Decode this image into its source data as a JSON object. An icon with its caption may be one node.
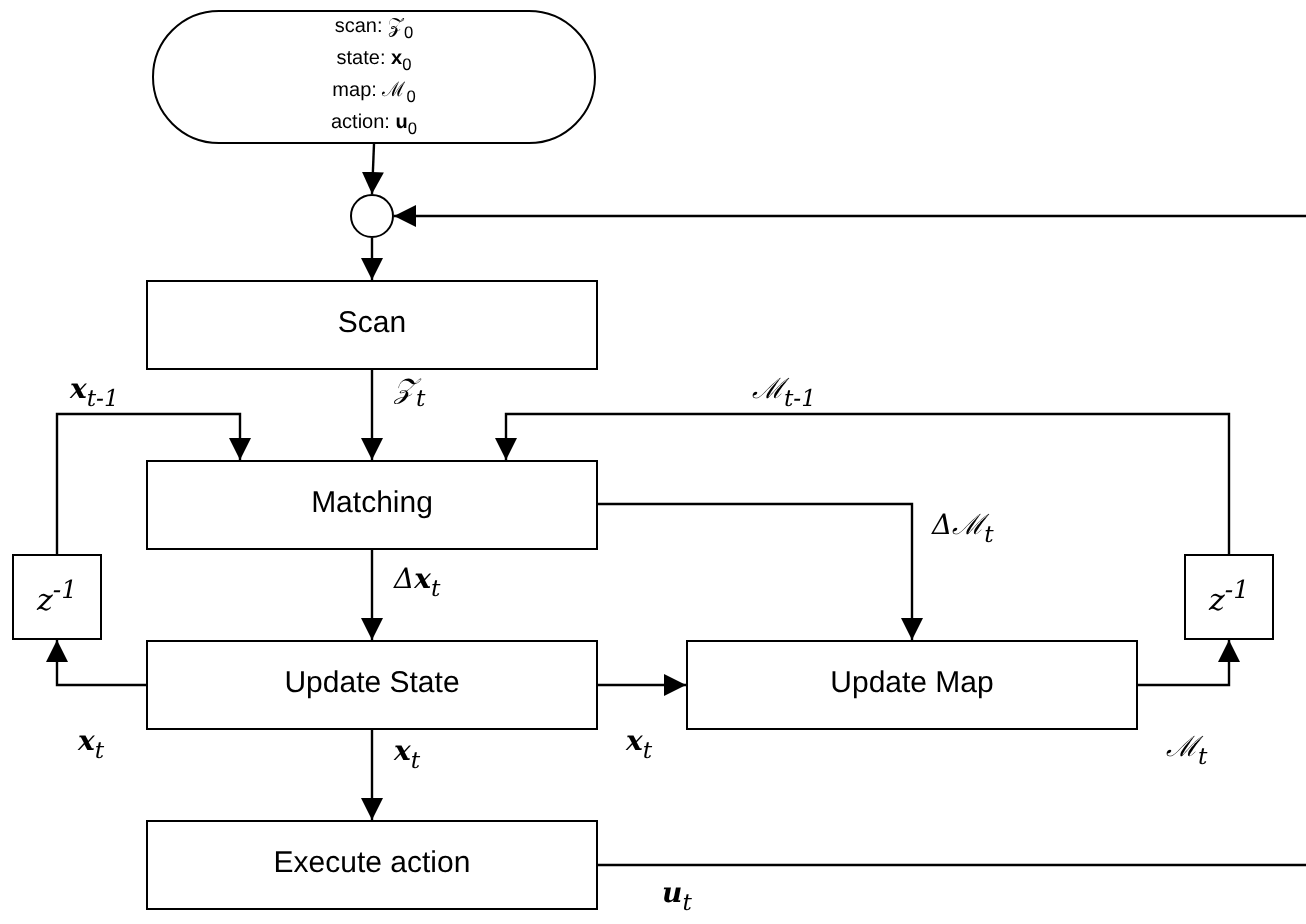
{
  "diagram": {
    "nodes": [
      {
        "text": [
          "scan: 𝒵$_{0}$",
          "state: **x**$_{0}$",
          "map: ℳ$_{0}$",
          "action: **u**$_{0}$"
        ]
      },
      {
        "text": [],
        "shape": "circle"
      },
      {
        "text": [
          "Scan"
        ]
      },
      {
        "text": [
          "Matching"
        ]
      },
      {
        "text": [
          "z$^{-1}$"
        ]
      },
      {
        "text": [
          "Update State"
        ]
      },
      {
        "text": [
          "Update Map"
        ]
      },
      {
        "text": [
          "z$^{-1}$"
        ]
      },
      {
        "text": [
          "Execute action"
        ]
      }
    ],
    "edges": [
      {
        "from": 0,
        "to": 1,
        "arrow": "to"
      },
      {
        "from": 1,
        "to": 2,
        "arrow": "to"
      },
      {
        "from": 2,
        "to": 3,
        "arrow": "to",
        "label": "𝒵$_{t}$"
      },
      {
        "from": 4,
        "to": 3,
        "arrow": "to",
        "label": "**x**$_{t-1}$"
      },
      {
        "from": 7,
        "to": 3,
        "arrow": "to",
        "label": "ℳ$_{t-1}$"
      },
      {
        "from": 3,
        "to": 5,
        "arrow": "to",
        "label": "Δ**x**$_{t}$"
      },
      {
        "from": 3,
        "to": 6,
        "arrow": "to",
        "label": "Δℳ$_{t}$"
      },
      {
        "from": 5,
        "to": 4,
        "arrow": "to",
        "label": "**x**$_{t}$"
      },
      {
        "from": 5,
        "to": 6,
        "arrow": "to",
        "label": "**x**$_{t}$"
      },
      {
        "from": 6,
        "to": 7,
        "arrow": "to",
        "label": "ℳ$_{t}$"
      },
      {
        "from": 5,
        "to": 8,
        "arrow": "to",
        "label": "**x**$_{t}$"
      },
      {
        "from": 8,
        "to": null,
        "arrow": "none",
        "label": "**u**$_{t}$"
      },
      {
        "from": null,
        "to": 1,
        "arrow": "to"
      }
    ]
  }
}
